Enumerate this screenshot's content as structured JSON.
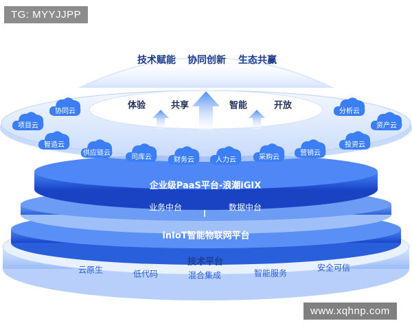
{
  "watermarks": {
    "top_left": "TG: MYYJJPP",
    "bottom_right": "www.xqhnp.com"
  },
  "motto": [
    "技术赋能",
    "协同创新",
    "生态共赢"
  ],
  "inner_words": [
    "体验",
    "共享",
    "智能",
    "开放"
  ],
  "clouds": [
    "项目云",
    "协同云",
    "智造云",
    "供应链云",
    "司库云",
    "财务云",
    "人力云",
    "采购云",
    "营销云",
    "分析云",
    "资产云",
    "投资云"
  ],
  "layers": {
    "enterprise_platform": "企业级PaaS平台-浪潮iGIX",
    "middle_platforms": [
      "业务中台",
      "数据中台"
    ],
    "iot_platform": "inIoT智能物联网平台",
    "tech_platform": {
      "title": "技术平台",
      "items": [
        "云原生",
        "低代码",
        "混合集成",
        "智能服务",
        "安全可信"
      ]
    }
  },
  "colors": {
    "deep_blue": "#1f4fd6",
    "mid_blue": "#3f7af0",
    "light_blue": "#a9c6fb",
    "cloud_blue": "#3b7ef5"
  }
}
